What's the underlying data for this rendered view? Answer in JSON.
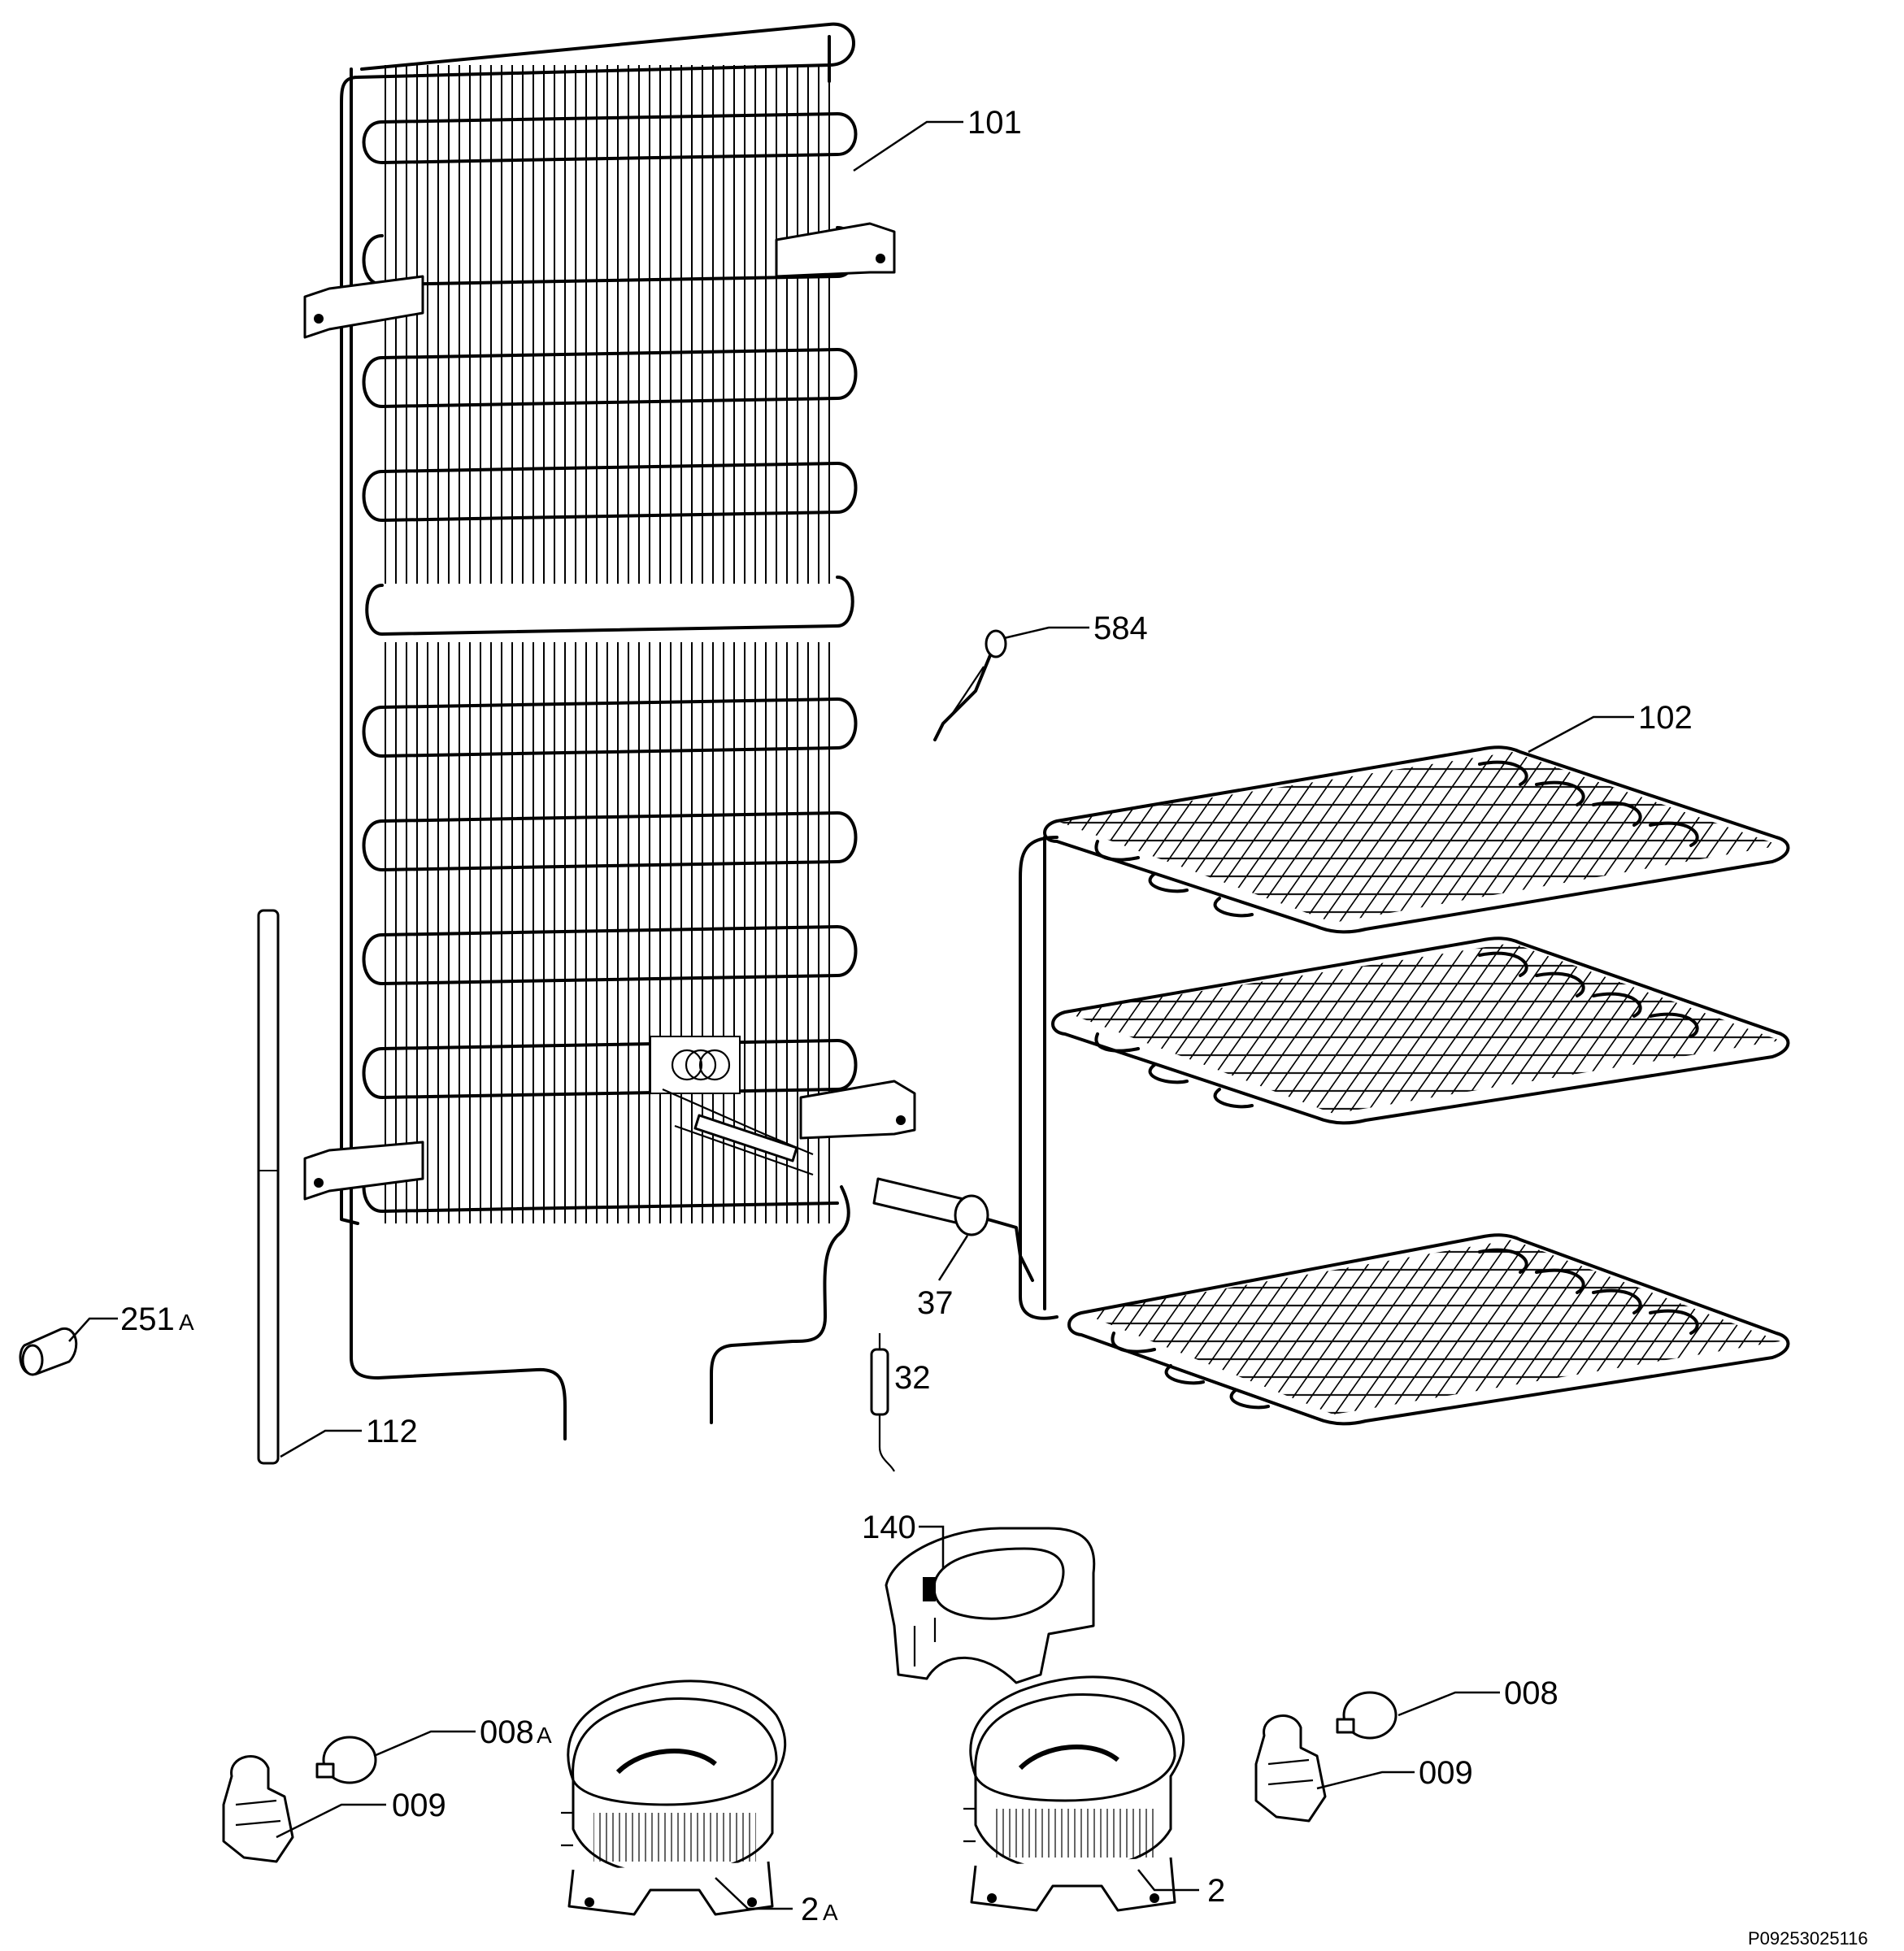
{
  "labels": {
    "p101": "101",
    "p102": "102",
    "p584": "584",
    "p251": "251",
    "p251_suffix": "A",
    "p37": "37",
    "p32": "32",
    "p112": "112",
    "p140": "140",
    "p008": "008",
    "p008a": "008",
    "p008a_suffix": "A",
    "p009_left": "009",
    "p009_right": "009",
    "p2a": "2",
    "p2a_suffix": "A",
    "p2": "2"
  },
  "drawing_code": "P09253025116"
}
